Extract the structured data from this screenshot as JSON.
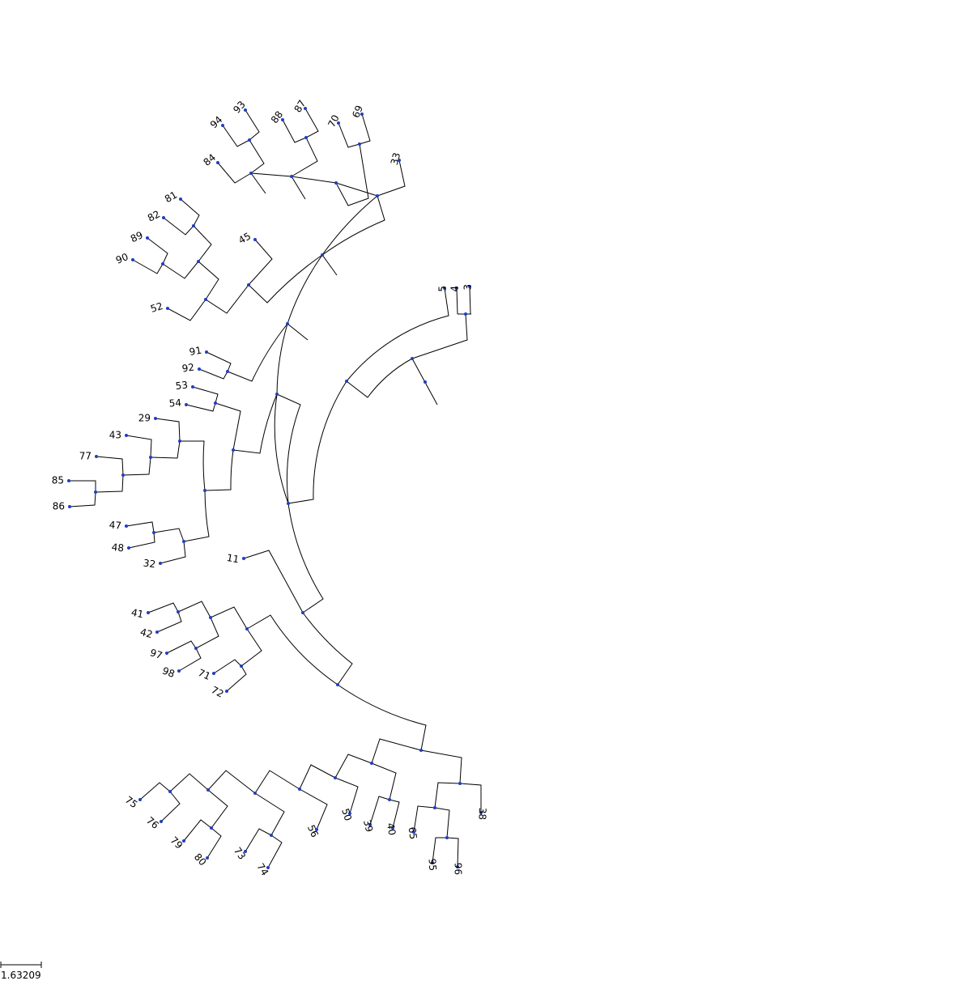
{
  "tree": {
    "leaf_labels": [
      "3",
      "4",
      "5",
      "33",
      "69",
      "70",
      "87",
      "88",
      "93",
      "94",
      "84",
      "81",
      "82",
      "89",
      "90",
      "52",
      "45",
      "91",
      "92",
      "53",
      "54",
      "29",
      "43",
      "77",
      "85",
      "86",
      "47",
      "48",
      "32",
      "11",
      "41",
      "42",
      "97",
      "98",
      "71",
      "72",
      "75",
      "76",
      "79",
      "80",
      "73",
      "74",
      "56",
      "50",
      "39",
      "40",
      "65",
      "95",
      "96",
      "38"
    ]
  },
  "scale_bar": {
    "label": "1.63209"
  },
  "colors": {
    "branch": "#000000",
    "node": "#1f3fbf"
  }
}
